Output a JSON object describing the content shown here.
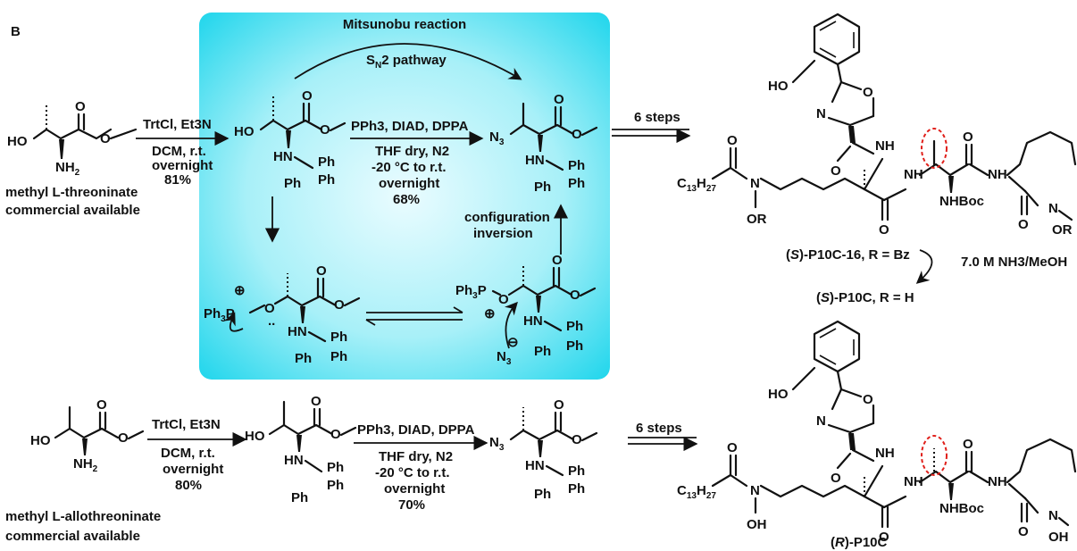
{
  "panel_label": "B",
  "box": {
    "title": "Mitsunobu reaction",
    "sn2_label": "Sₙ"
  },
  "colors": {
    "box_gradient_edge": "#22d6ec",
    "box_gradient_center": "#eafcff",
    "highlight": "#e0201b"
  },
  "top_route": {
    "start_name": "methyl L-threoninate",
    "start_source": "commercial available",
    "step1": {
      "reagents": "TrtCl, Et3N",
      "solvent": "DCM, r.t.",
      "time": "overnight",
      "yield": "81%"
    },
    "step2": {
      "reagents": "PPh3, DIAD, DPPA",
      "solvent": "THF dry, N2",
      "temp": "-20 °C to r.t.",
      "time": "overnight",
      "yield": "68%"
    },
    "sn2_pathway": "2 pathway",
    "inversion_line1": "configuration",
    "inversion_line2": "inversion",
    "step3": "6 steps",
    "deprotect": "7.0 M NH3/MeOH",
    "product1_name": "-P10C-16, R = Bz",
    "product1_stereo": "S",
    "product2_name": "-P10C, R = H",
    "product2_stereo": "S"
  },
  "bottom_route": {
    "start_name": "methyl L-allothreoninate",
    "start_source": "commercial available",
    "step1": {
      "reagents": "TrtCl, Et3N",
      "solvent": "DCM, r.t.",
      "time": "overnight",
      "yield": "80%"
    },
    "step2": {
      "reagents": "PPh3, DIAD, DPPA",
      "solvent": "THF dry, N2",
      "temp": "-20 °C to r.t.",
      "time": "overnight",
      "yield": "70%"
    },
    "step3": "6 steps",
    "product_name": "-P10C",
    "product_stereo": "R"
  }
}
